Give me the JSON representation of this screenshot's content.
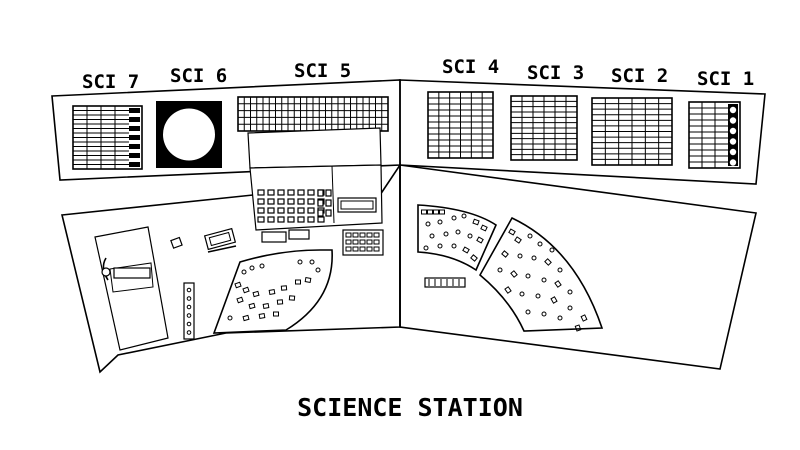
{
  "panels": [
    {
      "id": "sci7",
      "label": "SCI 7"
    },
    {
      "id": "sci6",
      "label": "SCI 6"
    },
    {
      "id": "sci5",
      "label": "SCI 5"
    },
    {
      "id": "sci4",
      "label": "SCI 4"
    },
    {
      "id": "sci3",
      "label": "SCI 3"
    },
    {
      "id": "sci2",
      "label": "SCI 2"
    },
    {
      "id": "sci1",
      "label": "SCI 1"
    }
  ],
  "caption": "SCIENCE STATION"
}
